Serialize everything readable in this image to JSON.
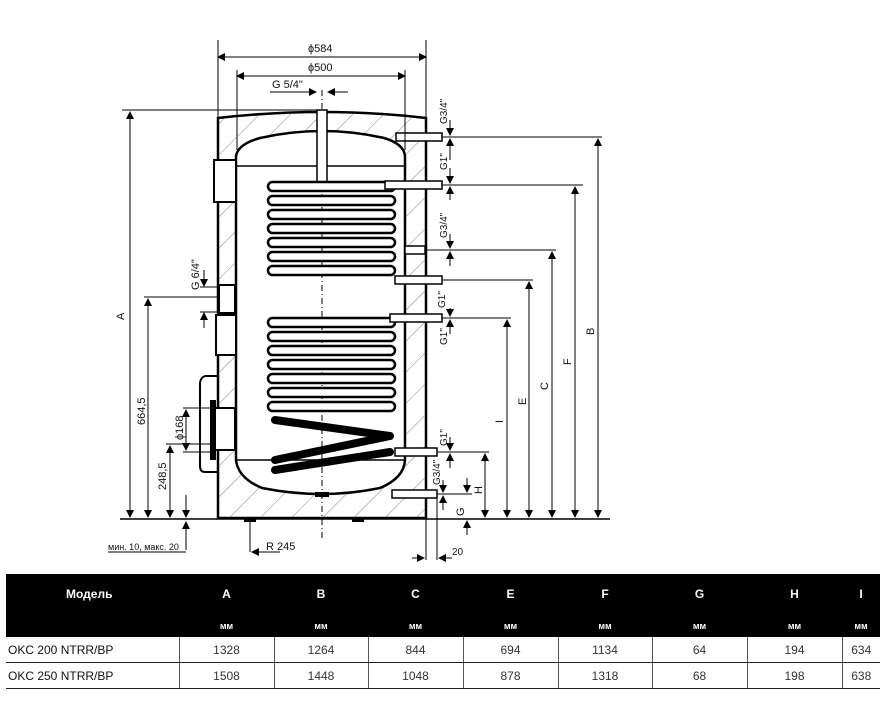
{
  "drawing": {
    "outer_diameter": "ϕ584",
    "inner_diameter": "ϕ500",
    "top_connection": "G 5/4\"",
    "side_connection": "G 6/4\"",
    "flange_diameter": "ϕ168",
    "height_664": "664,5",
    "height_248": "248,5",
    "feet_note": "мин. 10, макс. 20",
    "radius": "R 245",
    "offset_20": "20",
    "right_connections": [
      "G3/4\"",
      "G1\"",
      "G3/4\"",
      "G1\"",
      "G1\"",
      "G1\"",
      "G3/4\""
    ],
    "dimension_labels": {
      "A": "A",
      "B": "B",
      "C": "C",
      "E": "E",
      "F": "F",
      "G": "G",
      "H": "H",
      "I": "I"
    }
  },
  "table": {
    "headers": [
      "Модель",
      "A",
      "B",
      "C",
      "E",
      "F",
      "G",
      "H",
      "I"
    ],
    "unit": "мм",
    "rows": [
      {
        "model": "OKC 200 NTRR/BP",
        "values": [
          "1328",
          "1264",
          "844",
          "694",
          "1134",
          "64",
          "194",
          "634"
        ]
      },
      {
        "model": "OKC 250 NTRR/BP",
        "values": [
          "1508",
          "1448",
          "1048",
          "878",
          "1318",
          "68",
          "198",
          "638"
        ]
      }
    ]
  }
}
